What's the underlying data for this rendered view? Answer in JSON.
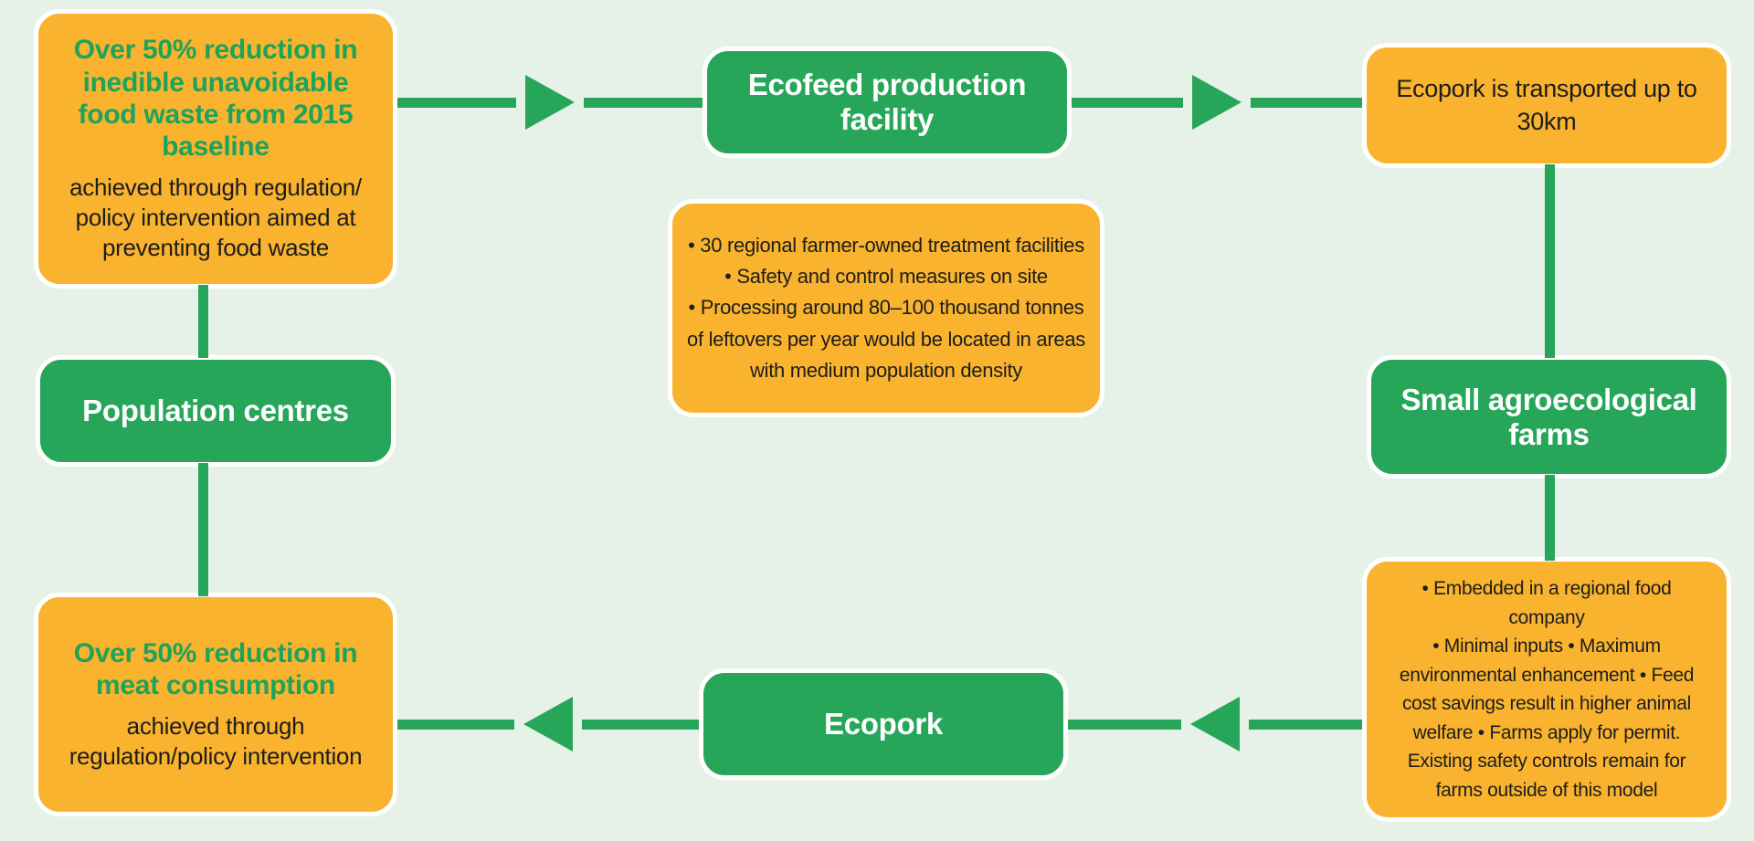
{
  "colors": {
    "background": "#e6f2e8",
    "box_orange": "#f9b32f",
    "box_green": "#27a65a",
    "accent_green_text": "#1ea35a",
    "dark_text": "#1d1d1b",
    "box_border": "#ffffff"
  },
  "nodes": {
    "food_waste_reduction": {
      "title": "Over 50% reduction in inedible unavoidable food waste from 2015 baseline",
      "subtitle": "achieved through regulation/ policy intervention aimed at preventing food waste"
    },
    "ecofeed_facility": {
      "label": "Ecofeed production facility"
    },
    "ecopork_transport": {
      "label": "Ecopork is transported up to 30km"
    },
    "facility_details": {
      "bullets": [
        "• 30 regional farmer-owned treatment facilities",
        "• Safety and control measures on site",
        "• Processing around 80–100 thousand tonnes of leftovers per year would be located in areas with medium population density"
      ]
    },
    "population_centres": {
      "label": "Population centres"
    },
    "agroecological_farms": {
      "label": "Small agroecological farms"
    },
    "farm_details": {
      "bullets": [
        "• Embedded in a regional food company",
        "• Minimal inputs • Maximum environmental enhancement • Feed cost savings result in higher animal welfare • Farms apply for permit. Existing safety controls remain for farms outside of this model"
      ]
    },
    "meat_reduction": {
      "title": "Over 50% reduction in meat consumption",
      "subtitle": "achieved through regulation/policy intervention"
    },
    "ecopork": {
      "label": "Ecopork"
    }
  }
}
